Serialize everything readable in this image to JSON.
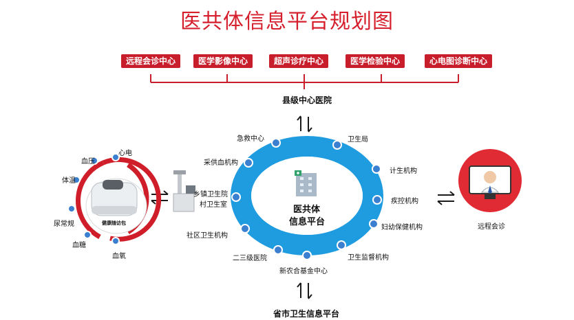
{
  "title": "医共体信息平台规划图",
  "top_centers": [
    "远程会诊中心",
    "医学影像中心",
    "超声诊疗中心",
    "医学检验中心",
    "心电图诊断中心"
  ],
  "county_hospital": "县级中心医院",
  "provincial_platform": "省市卫生信息平台",
  "platform": {
    "line1": "医共体",
    "line2": "信息平台"
  },
  "ring_nodes": [
    "急救中心",
    "卫生局",
    "计生机构",
    "疾控机构",
    "妇幼保健机构",
    "卫生监督机构",
    "新农合基金中心",
    "二三级医院",
    "社区卫生机构",
    "乡镇卫生院",
    "村卫生室",
    "采供血机构"
  ],
  "device": {
    "label": "健康随访包",
    "items": [
      "心电",
      "血压",
      "体温",
      "尿常规",
      "血糖",
      "血氧"
    ]
  },
  "remote": "远程会诊",
  "colors": {
    "red": "#d61f2c",
    "ring_blue": "#1f9be0",
    "dot_blue": "#3a7fd0"
  }
}
